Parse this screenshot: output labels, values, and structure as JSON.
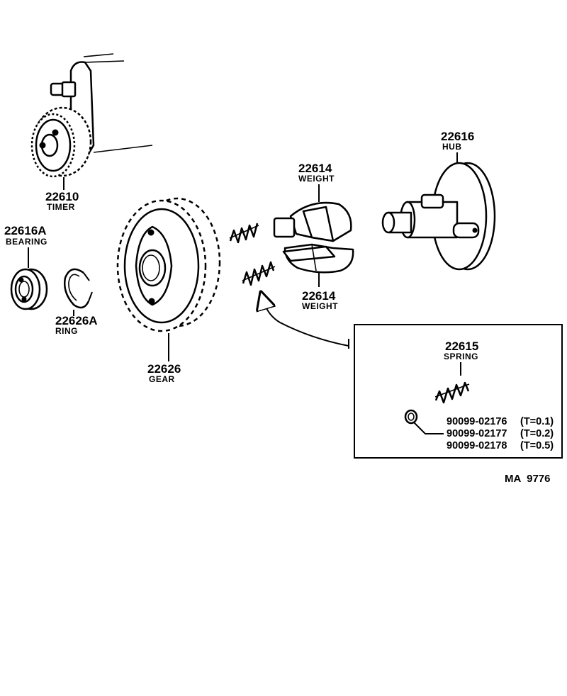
{
  "parts": {
    "timer": {
      "number": "22610",
      "name": "TIMER"
    },
    "bearing": {
      "number": "22616A",
      "name": "BEARING"
    },
    "ring": {
      "number": "22626A",
      "name": "RING"
    },
    "gear": {
      "number": "22626",
      "name": "GEAR"
    },
    "weight_upper": {
      "number": "22614",
      "name": "WEIGHT"
    },
    "weight_lower": {
      "number": "22614",
      "name": "WEIGHT"
    },
    "hub": {
      "number": "22616",
      "name": "HUB"
    }
  },
  "inset": {
    "spring": {
      "number": "22615",
      "name": "SPRING"
    },
    "shims": [
      {
        "number": "90099-02176",
        "thickness": "(T=0.1)"
      },
      {
        "number": "90099-02177",
        "thickness": "(T=0.2)"
      },
      {
        "number": "90099-02178",
        "thickness": "(T=0.5)"
      }
    ]
  },
  "diagram_code": "MA  9776"
}
